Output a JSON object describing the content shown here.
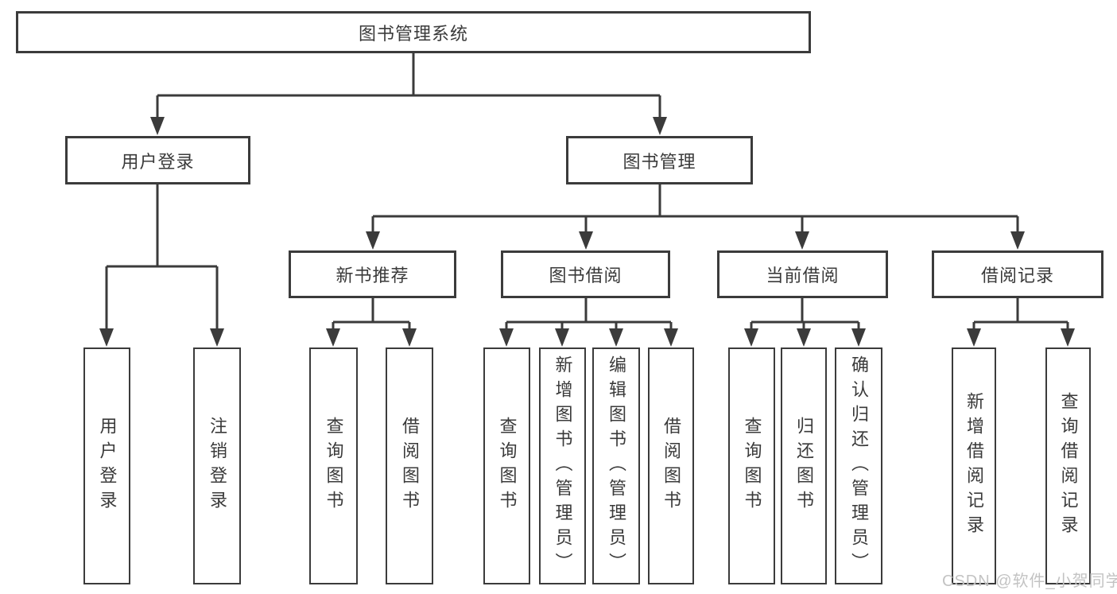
{
  "diagram": {
    "root": {
      "label": "图书管理系统"
    },
    "level2": [
      {
        "label": "用户登录"
      },
      {
        "label": "图书管理"
      }
    ],
    "level3": [
      {
        "label": "新书推荐"
      },
      {
        "label": "图书借阅"
      },
      {
        "label": "当前借阅"
      },
      {
        "label": "借阅记录"
      }
    ],
    "leaves": {
      "user_login": [
        "用户登录",
        "注销登录"
      ],
      "new_books": [
        "查询图书",
        "借阅图书"
      ],
      "book_borrow": [
        "查询图书",
        "新增图书（管理员）",
        "编辑图书（管理员）",
        "借阅图书"
      ],
      "current_borrow": [
        "查询图书",
        "归还图书",
        "确认归还（管理员）"
      ],
      "borrow_records": [
        "新增借阅记录",
        "查询借阅记录"
      ]
    }
  },
  "watermark": "CSDN @软件_小贺同学",
  "colors": {
    "line": "#3b3b3b",
    "box_border": "#3b3b3b",
    "text": "#3a3a3a",
    "watermark": "#c3c3c3",
    "background": "#ffffff"
  }
}
